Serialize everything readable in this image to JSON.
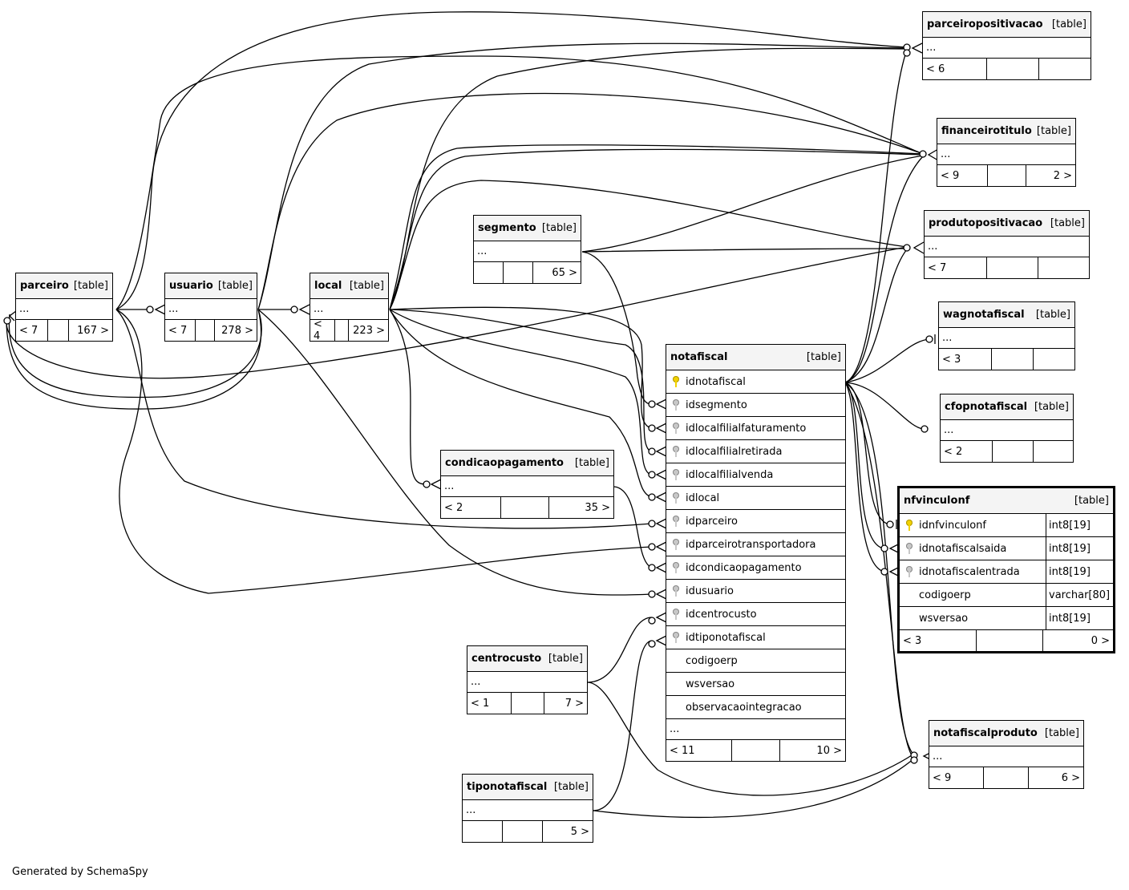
{
  "footer_text": "Generated by SchemaSpy",
  "table_tag": "[table]",
  "tables": {
    "parceiropositivacao": {
      "name": "parceiropositivacao",
      "ellipsis": "...",
      "footer": [
        "< 6",
        "",
        ""
      ]
    },
    "financeirotitulo": {
      "name": "financeirotitulo",
      "ellipsis": "...",
      "footer": [
        "< 9",
        "",
        "2 >"
      ]
    },
    "produtopositivacao": {
      "name": "produtopositivacao",
      "ellipsis": "...",
      "footer": [
        "< 7",
        "",
        ""
      ]
    },
    "wagnotafiscal": {
      "name": "wagnotafiscal",
      "ellipsis": "...",
      "footer": [
        "< 3",
        "",
        ""
      ]
    },
    "cfopnotafiscal": {
      "name": "cfopnotafiscal",
      "ellipsis": "...",
      "footer": [
        "< 2",
        "",
        ""
      ]
    },
    "parceiro": {
      "name": "parceiro",
      "ellipsis": "...",
      "footer": [
        "< 7",
        "",
        "167 >"
      ]
    },
    "usuario": {
      "name": "usuario",
      "ellipsis": "...",
      "footer": [
        "< 7",
        "",
        "278 >"
      ]
    },
    "local": {
      "name": "local",
      "ellipsis": "...",
      "footer": [
        "< 4",
        "",
        "223 >"
      ]
    },
    "segmento": {
      "name": "segmento",
      "ellipsis": "...",
      "footer": [
        "",
        "",
        "65 >"
      ]
    },
    "condicaopagamento": {
      "name": "condicaopagamento",
      "ellipsis": "...",
      "footer": [
        "< 2",
        "",
        "35 >"
      ]
    },
    "centrocusto": {
      "name": "centrocusto",
      "ellipsis": "...",
      "footer": [
        "< 1",
        "",
        "7 >"
      ]
    },
    "tiponotafiscal": {
      "name": "tiponotafiscal",
      "ellipsis": "...",
      "footer": [
        "",
        "",
        "5 >"
      ]
    },
    "notafiscalproduto": {
      "name": "notafiscalproduto",
      "ellipsis": "...",
      "footer": [
        "< 9",
        "",
        "6 >"
      ]
    },
    "notafiscal": {
      "name": "notafiscal",
      "columns": [
        {
          "name": "idnotafiscal",
          "key": "pk"
        },
        {
          "name": "idsegmento",
          "key": "fk"
        },
        {
          "name": "idlocalfilialfaturamento",
          "key": "fk"
        },
        {
          "name": "idlocalfilialretirada",
          "key": "fk"
        },
        {
          "name": "idlocalfilialvenda",
          "key": "fk"
        },
        {
          "name": "idlocal",
          "key": "fk"
        },
        {
          "name": "idparceiro",
          "key": "fk"
        },
        {
          "name": "idparceirotransportadora",
          "key": "fk"
        },
        {
          "name": "idcondicaopagamento",
          "key": "fk"
        },
        {
          "name": "idusuario",
          "key": "fk"
        },
        {
          "name": "idcentrocusto",
          "key": "fk"
        },
        {
          "name": "idtiponotafiscal",
          "key": "fk"
        },
        {
          "name": "codigoerp",
          "key": ""
        },
        {
          "name": "wsversao",
          "key": ""
        },
        {
          "name": "observacaointegracao",
          "key": ""
        }
      ],
      "ellipsis": "...",
      "footer": [
        "< 11",
        "",
        "10 >"
      ]
    },
    "nfvinculonf": {
      "name": "nfvinculonf",
      "columns": [
        {
          "name": "idnfvinculonf",
          "key": "pk",
          "type": "int8[19]"
        },
        {
          "name": "idnotafiscalsaida",
          "key": "fk",
          "type": "int8[19]"
        },
        {
          "name": "idnotafiscalentrada",
          "key": "fk",
          "type": "int8[19]"
        },
        {
          "name": "codigoerp",
          "key": "",
          "type": "varchar[80]"
        },
        {
          "name": "wsversao",
          "key": "",
          "type": "int8[19]"
        }
      ],
      "footer": [
        "< 3",
        "",
        "0 >"
      ]
    }
  }
}
